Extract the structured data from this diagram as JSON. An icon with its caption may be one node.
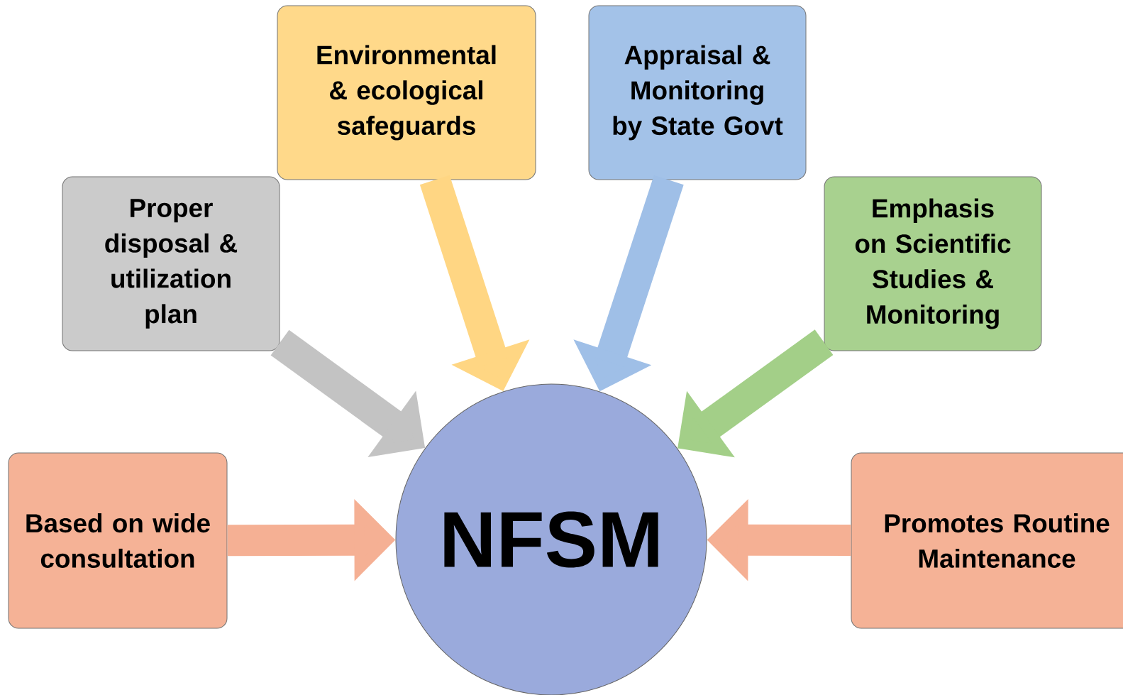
{
  "diagram": {
    "nodes": [
      {
        "text": [
          "Environmental & ecological safeguards"
        ]
      },
      {
        "text": [
          "Appraisal & Monitoring by State Govt"
        ]
      },
      {
        "text": [
          "Proper disposal & utilization plan"
        ]
      },
      {
        "text": [
          "Emphasis on Scientific Studies & Monitoring"
        ]
      },
      {
        "text": [
          "Based on wide consultation"
        ]
      },
      {
        "text": [
          "NFSM"
        ]
      },
      {
        "text": [
          "Promotes Routine Maintenance"
        ]
      }
    ],
    "edges": [
      {
        "from": 0,
        "to": 5,
        "arrow": "to",
        "color": "#ffd683"
      },
      {
        "from": 1,
        "to": 5,
        "arrow": "to",
        "color": "#9fbfe7"
      },
      {
        "from": 2,
        "to": 5,
        "arrow": "to",
        "color": "#c3c3c3"
      },
      {
        "from": 3,
        "to": 5,
        "arrow": "to",
        "color": "#a3cf88"
      },
      {
        "from": 4,
        "to": 5,
        "arrow": "to",
        "color": "#f5b094"
      },
      {
        "from": 6,
        "to": 5,
        "arrow": "to",
        "color": "#f5b094"
      }
    ]
  }
}
